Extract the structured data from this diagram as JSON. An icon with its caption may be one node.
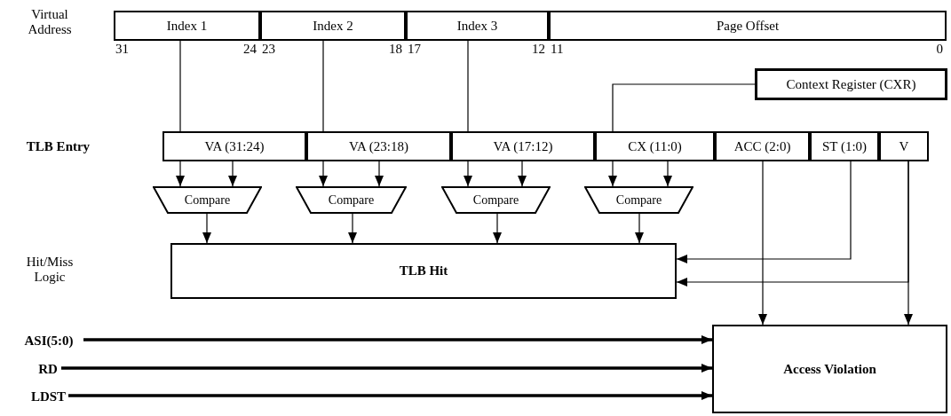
{
  "diagram": {
    "nodes": [
      {
        "text": [
          "Index 1"
        ],
        "beside": [
          "31",
          "24"
        ]
      },
      {
        "text": [
          "Index 2"
        ],
        "beside": [
          "23",
          "18"
        ]
      },
      {
        "text": [
          "Index 3"
        ],
        "beside": [
          "17",
          "12"
        ]
      },
      {
        "text": [
          "Page Offset"
        ],
        "beside": [
          "11",
          "0"
        ]
      },
      {
        "text": [
          "Context Register (CXR)"
        ]
      },
      {
        "text": [
          "VA (31:24)"
        ]
      },
      {
        "text": [
          "VA (23:18)"
        ]
      },
      {
        "text": [
          "VA (17:12)"
        ]
      },
      {
        "text": [
          "CX (11:0)"
        ]
      },
      {
        "text": [
          "ACC (2:0)"
        ]
      },
      {
        "text": [
          "ST (1:0)"
        ]
      },
      {
        "text": [
          "V"
        ]
      },
      {
        "text": [
          "Compare"
        ]
      },
      {
        "text": [
          "Compare"
        ]
      },
      {
        "text": [
          "Compare"
        ]
      },
      {
        "text": [
          "Compare"
        ]
      },
      {
        "text": [
          "TLB Hit"
        ]
      },
      {
        "text": [
          "Access Violation"
        ]
      },
      {
        "text": [
          "ASI(5:0)"
        ]
      },
      {
        "text": [
          "RD"
        ]
      },
      {
        "text": [
          "LDST"
        ]
      }
    ],
    "edges": [
      {
        "from": 0,
        "to": 5,
        "arrow": "none"
      },
      {
        "from": 1,
        "to": 6,
        "arrow": "none"
      },
      {
        "from": 2,
        "to": 7,
        "arrow": "none"
      },
      {
        "from": 4,
        "to": 8,
        "arrow": "none"
      },
      {
        "from": 5,
        "to": 12,
        "arrow": "to"
      },
      {
        "from": 5,
        "to": 12,
        "arrow": "to"
      },
      {
        "from": 6,
        "to": 13,
        "arrow": "to"
      },
      {
        "from": 6,
        "to": 13,
        "arrow": "to"
      },
      {
        "from": 7,
        "to": 14,
        "arrow": "to"
      },
      {
        "from": 7,
        "to": 14,
        "arrow": "to"
      },
      {
        "from": 8,
        "to": 15,
        "arrow": "to"
      },
      {
        "from": 8,
        "to": 15,
        "arrow": "to"
      },
      {
        "from": 12,
        "to": 16,
        "arrow": "to"
      },
      {
        "from": 13,
        "to": 16,
        "arrow": "to"
      },
      {
        "from": 14,
        "to": 16,
        "arrow": "to"
      },
      {
        "from": 15,
        "to": 16,
        "arrow": "to"
      },
      {
        "from": 10,
        "to": 16,
        "arrow": "to"
      },
      {
        "from": 11,
        "to": 16,
        "arrow": "to"
      },
      {
        "from": 11,
        "to": 17,
        "arrow": "to"
      },
      {
        "from": 9,
        "to": 17,
        "arrow": "to"
      },
      {
        "from": 18,
        "to": 17,
        "arrow": "to",
        "style": "thick"
      },
      {
        "from": 19,
        "to": 17,
        "arrow": "to",
        "style": "thick"
      },
      {
        "from": 20,
        "to": 17,
        "arrow": "to",
        "style": "thick"
      }
    ],
    "labels": [
      "Virtual Address",
      "TLB Entry",
      "Hit/Miss Logic"
    ]
  }
}
